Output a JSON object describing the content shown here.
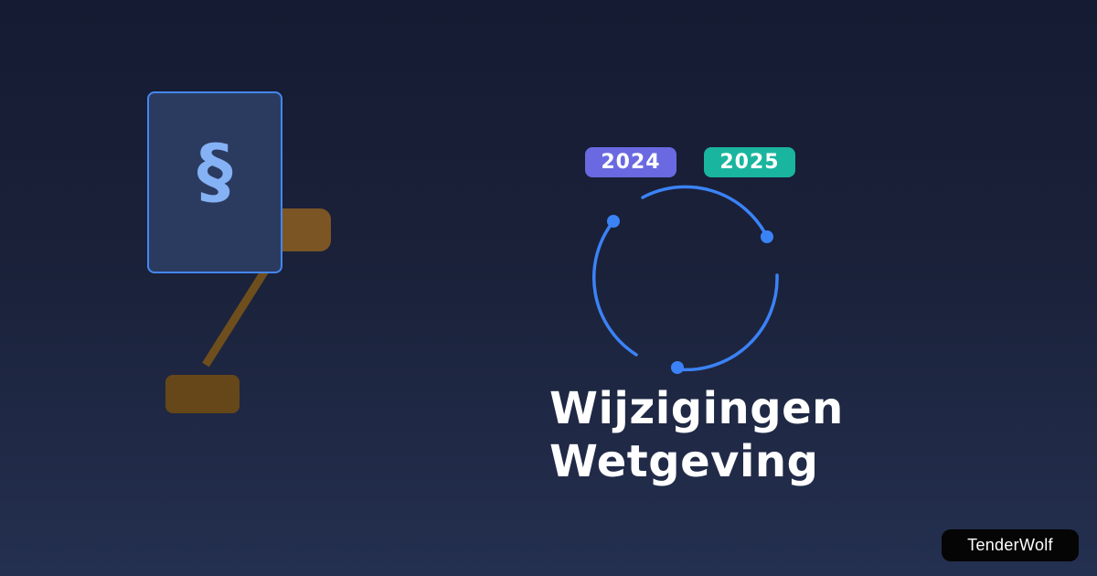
{
  "card": {
    "type": "social-share-banner",
    "title": {
      "line1": "Wijzigingen",
      "line2": "Wetgeving",
      "color": "#ffffff"
    },
    "year_badges": {
      "items": [
        {
          "label": "2024",
          "color": "#6a69e1"
        },
        {
          "label": "2025",
          "color": "#1ab59e"
        }
      ],
      "text_color": "#ffffff"
    },
    "brand": {
      "label": "TenderWolf",
      "bg_color": "#050505",
      "text_color": "#ffffff"
    },
    "illustration": {
      "paragraph_symbol": "§",
      "document": {
        "fill": "#2b3b60",
        "border": "#4487f2",
        "symbol_color": "#85b1f5"
      },
      "gavel": {
        "head_color": "#7b5524",
        "handle_color": "#6f4e1d",
        "base_color": "#654719"
      },
      "cycle_arrows": {
        "color": "#3b82f6",
        "dot_count": 3,
        "arc_count": 3
      }
    },
    "colors": {
      "background_top": "#151b32",
      "background_bottom": "#243050",
      "accent_blue": "#3b82f6"
    }
  }
}
